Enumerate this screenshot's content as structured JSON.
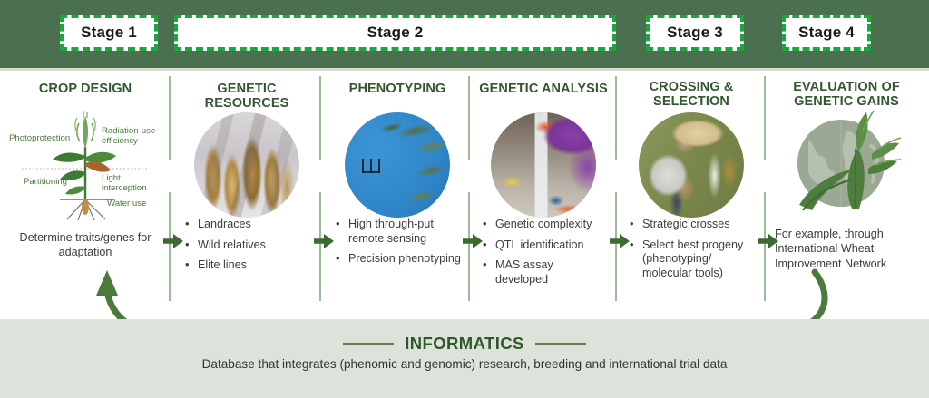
{
  "header": {
    "background_color": "#4a7050",
    "badge_border_color": "#1aa73c",
    "stages": [
      {
        "label": "Stage 1"
      },
      {
        "label": "Stage 2"
      },
      {
        "label": "Stage 3"
      },
      {
        "label": "Stage 4"
      }
    ]
  },
  "columns": [
    {
      "title": "CROP DESIGN",
      "icon": "wheat-plant-diagram",
      "diagram_labels": {
        "photoprotection": "Photoprotection",
        "radiation_use_efficiency": "Radiation-use efficiency",
        "partitioning": "Partitioning",
        "light_interception": "Light interception",
        "water_use": "Water use"
      },
      "caption": "Determine traits/genes for adaptation",
      "bullets": []
    },
    {
      "title": "GENETIC RESOURCES",
      "icon": "wheat-ears-photo",
      "caption": "",
      "bullets": [
        "Landraces",
        "Wild relatives",
        "Elite lines"
      ]
    },
    {
      "title": "PHENOTYPING",
      "icon": "blue-sky-canopy-photo",
      "caption": "",
      "bullets": [
        "High through-put remote sensing",
        "Precision phenotyping"
      ]
    },
    {
      "title": "GENETIC ANALYSIS",
      "icon": "lab-pipette-photo",
      "caption": "",
      "bullets": [
        "Genetic complexity",
        "QTL identification",
        "MAS assay developed"
      ]
    },
    {
      "title": "CROSSING & SELECTION",
      "icon": "field-worker-photo",
      "caption": "",
      "bullets": [
        "Strategic crosses",
        "Select best progeny (phenotyping/ molecular tools)"
      ]
    },
    {
      "title": "EVALUATION OF GENETIC GAINS",
      "icon": "globe-wheat-illustration",
      "caption": "For example, through International Wheat Improvement Network",
      "bullets": []
    }
  ],
  "informatics": {
    "title": "INFORMATICS",
    "subtitle": "Database that integrates (phenomic and genomic) research, breeding and international trial data",
    "band_color": "#dde3da",
    "accent_color": "#2f5a28"
  },
  "colors": {
    "header_green": "#4a7050",
    "title_green": "#33572f",
    "arrow_green": "#3c6b2f",
    "divider_green": "#9dbb9a",
    "label_green": "#4a7a3c"
  }
}
